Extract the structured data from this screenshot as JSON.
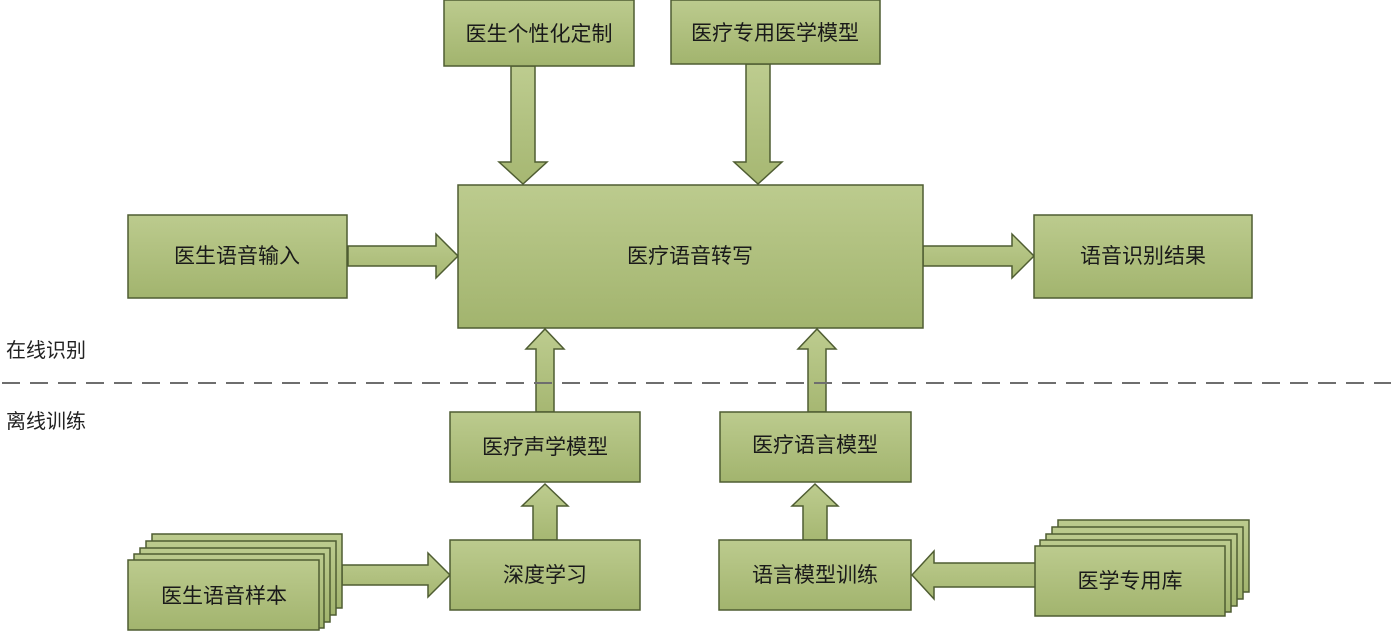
{
  "colors": {
    "box_fill_top": "#b9c98a",
    "box_fill_bottom": "#a3b56f",
    "box_stroke": "#4f5d32",
    "divider": "#6e6e6e"
  },
  "zones": {
    "online": "在线识别",
    "offline": "离线训练"
  },
  "nodes": {
    "doctor_personalization": "医生个性化定制",
    "medical_model": "医疗专用医学模型",
    "doctor_voice_input": "医生语音输入",
    "medical_transcription": "医疗语音转写",
    "recognition_result": "语音识别结果",
    "acoustic_model": "医疗声学模型",
    "language_model": "医疗语言模型",
    "voice_samples": "医生语音样本",
    "deep_learning": "深度学习",
    "lm_training": "语言模型训练",
    "medical_corpus": "医学专用库"
  }
}
